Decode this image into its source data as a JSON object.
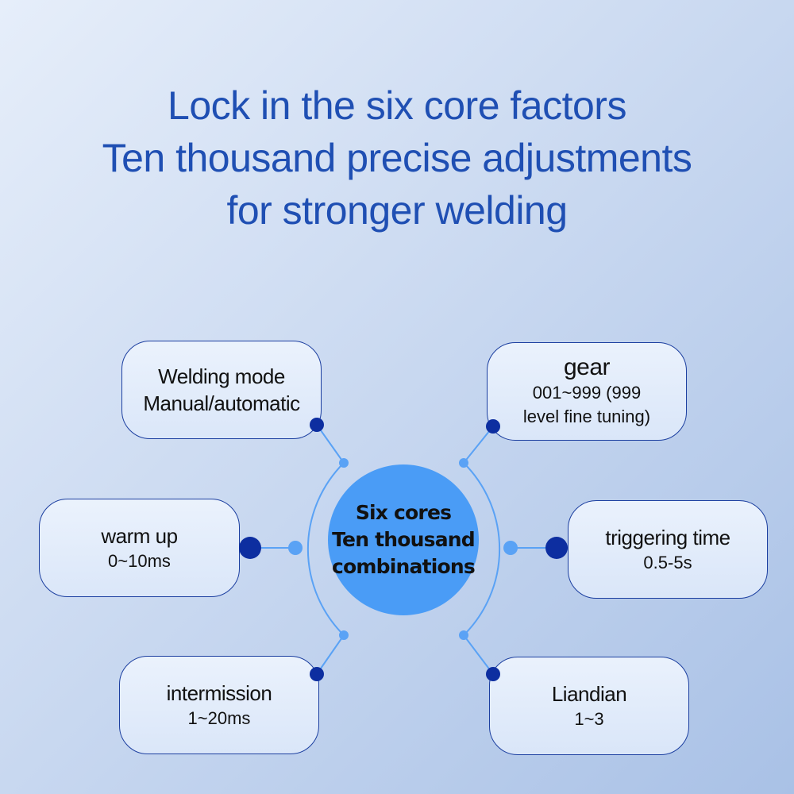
{
  "headline": {
    "line1": "Lock in the six core factors",
    "line2": "Ten thousand precise adjustments",
    "line3": "for stronger welding"
  },
  "hub": {
    "line1": "Six cores",
    "line2": "Ten thousand",
    "line3": "combinations"
  },
  "factors": {
    "welding_mode": {
      "title": "Welding mode",
      "value": "Manual/automatic"
    },
    "gear": {
      "title": "gear",
      "value_line1": "001~999 (999",
      "value_line2": "level fine tuning)"
    },
    "warm_up": {
      "title": "warm up",
      "value": "0~10ms"
    },
    "triggering_time": {
      "title": "triggering time",
      "value": "0.5-5s"
    },
    "intermission": {
      "title": "intermission",
      "value": "1~20ms"
    },
    "liandian": {
      "title": "Liandian",
      "value": "1~3"
    }
  },
  "colors": {
    "headline": "#1f4fb3",
    "hub": "#4a9cf6",
    "card_border": "#1c3fa0",
    "connector_dark": "#0d2ea0",
    "connector_light": "#5aa2f5"
  }
}
